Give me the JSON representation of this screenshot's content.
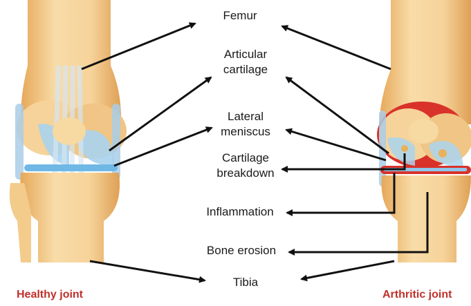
{
  "labels": {
    "femur": "Femur",
    "articular_cartilage_line1": "Articular",
    "articular_cartilage_line2": "cartilage",
    "lateral_meniscus_line1": "Lateral",
    "lateral_meniscus_line2": "meniscus",
    "cartilage_breakdown_line1": "Cartilage",
    "cartilage_breakdown_line2": "breakdown",
    "inflammation": "Inflammation",
    "bone_erosion": "Bone erosion",
    "tibia": "Tibia"
  },
  "captions": {
    "healthy": "Healthy joint",
    "arthritic": "Arthritic joint"
  },
  "colors": {
    "bone": "#f3d29a",
    "bone_shadow": "#e2a95c",
    "cartilage": "#a9d3ee",
    "inflammation": "#d9322a",
    "caption": "#c0302a",
    "arrow": "#111111"
  }
}
